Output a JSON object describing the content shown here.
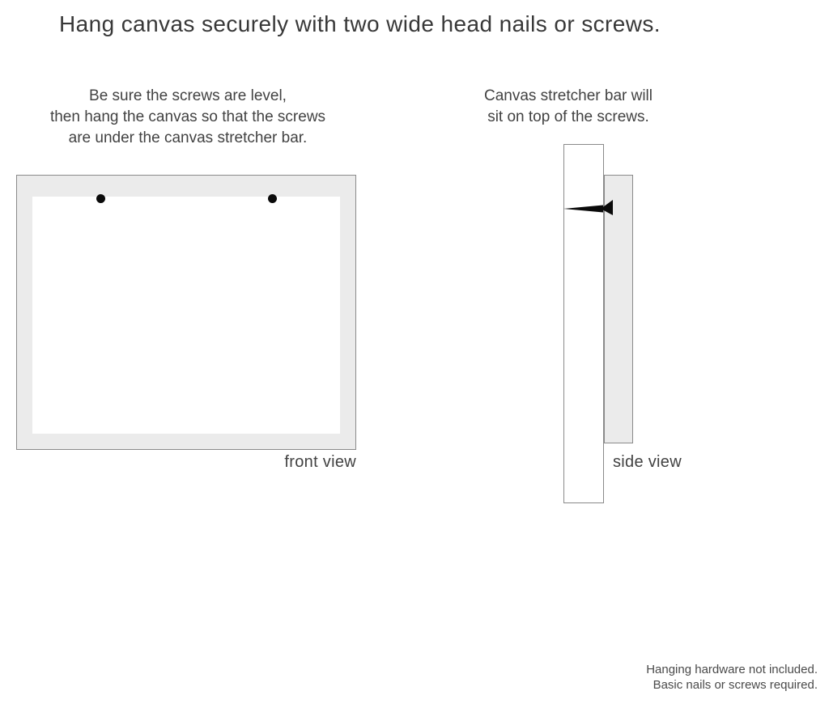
{
  "title": "Hang canvas securely with two wide head nails or screws.",
  "front_view": {
    "instruction_line1": "Be sure the screws are level,",
    "instruction_line2": "then hang the canvas so that the screws",
    "instruction_line3": "are under the canvas stretcher bar.",
    "label": "front view"
  },
  "side_view": {
    "instruction_line1": "Canvas stretcher bar will",
    "instruction_line2": "sit on top of the screws.",
    "label": "side view"
  },
  "footer": {
    "line1": "Hanging hardware not included.",
    "line2": "Basic nails or screws required."
  },
  "colors": {
    "canvas_frame_fill": "#ebebeb",
    "outline": "#8a8a8a",
    "text": "#3f3f3f",
    "nail": "#0a0a0a",
    "background": "#ffffff"
  }
}
